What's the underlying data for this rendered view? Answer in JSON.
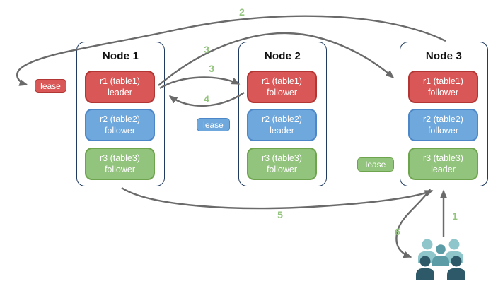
{
  "colors": {
    "red_fill": "#d95757",
    "red_border": "#b23734",
    "blue_fill": "#6fa8dc",
    "blue_border": "#4d87c7",
    "green_fill": "#93c47d",
    "green_border": "#6fa44f",
    "node_border": "#203a60",
    "arrow": "#6a6a6a",
    "step_label": "#93c47d",
    "people_light": "#8ec6cb",
    "people_mid": "#5b9ca6",
    "people_dark": "#2d5968"
  },
  "nodes": [
    {
      "title": "Node 1",
      "replicas": [
        {
          "text": "r1 (table1)",
          "role": "leader",
          "color": "red"
        },
        {
          "text": "r2 (table2)",
          "role": "follower",
          "color": "blue"
        },
        {
          "text": "r3 (table3)",
          "role": "follower",
          "color": "green"
        }
      ]
    },
    {
      "title": "Node 2",
      "replicas": [
        {
          "text": "r1 (table1)",
          "role": "follower",
          "color": "red"
        },
        {
          "text": "r2 (table2)",
          "role": "leader",
          "color": "blue"
        },
        {
          "text": "r3 (table3)",
          "role": "follower",
          "color": "green"
        }
      ]
    },
    {
      "title": "Node 3",
      "replicas": [
        {
          "text": "r1 (table1)",
          "role": "follower",
          "color": "red"
        },
        {
          "text": "r2 (table2)",
          "role": "follower",
          "color": "blue"
        },
        {
          "text": "r3 (table3)",
          "role": "leader",
          "color": "green"
        }
      ]
    }
  ],
  "leases": [
    {
      "label": "lease",
      "color": "red"
    },
    {
      "label": "lease",
      "color": "blue"
    },
    {
      "label": "lease",
      "color": "green"
    }
  ],
  "step_labels": {
    "step1": "1",
    "step2": "2",
    "step3a": "3",
    "step3b": "3",
    "step4": "4",
    "step5": "5",
    "step6": "6"
  },
  "icons": {
    "people": "users-group-icon"
  }
}
